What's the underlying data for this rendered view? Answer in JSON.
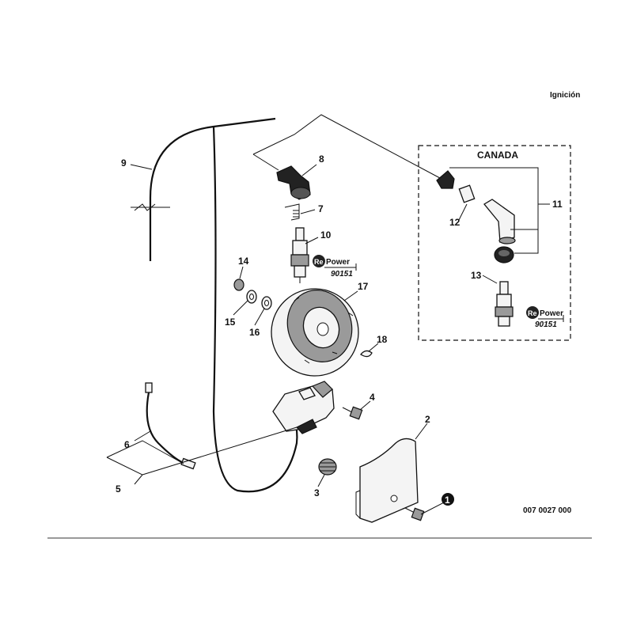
{
  "header_fragment": "Ignición",
  "canada_box": {
    "title": "CANADA"
  },
  "parts": {
    "p1": "1",
    "p2": "2",
    "p3": "3",
    "p4": "4",
    "p5": "5",
    "p6": "6",
    "p7": "7",
    "p8": "8",
    "p9": "9",
    "p10": "10",
    "p11": "11",
    "p12": "12",
    "p13": "13",
    "p14": "14",
    "p15": "15",
    "p16": "16",
    "p17": "17",
    "p18": "18"
  },
  "repower": {
    "brand_re": "Re",
    "brand_power": "Power",
    "number": "90151"
  },
  "drawing_number": "007 0027 000"
}
